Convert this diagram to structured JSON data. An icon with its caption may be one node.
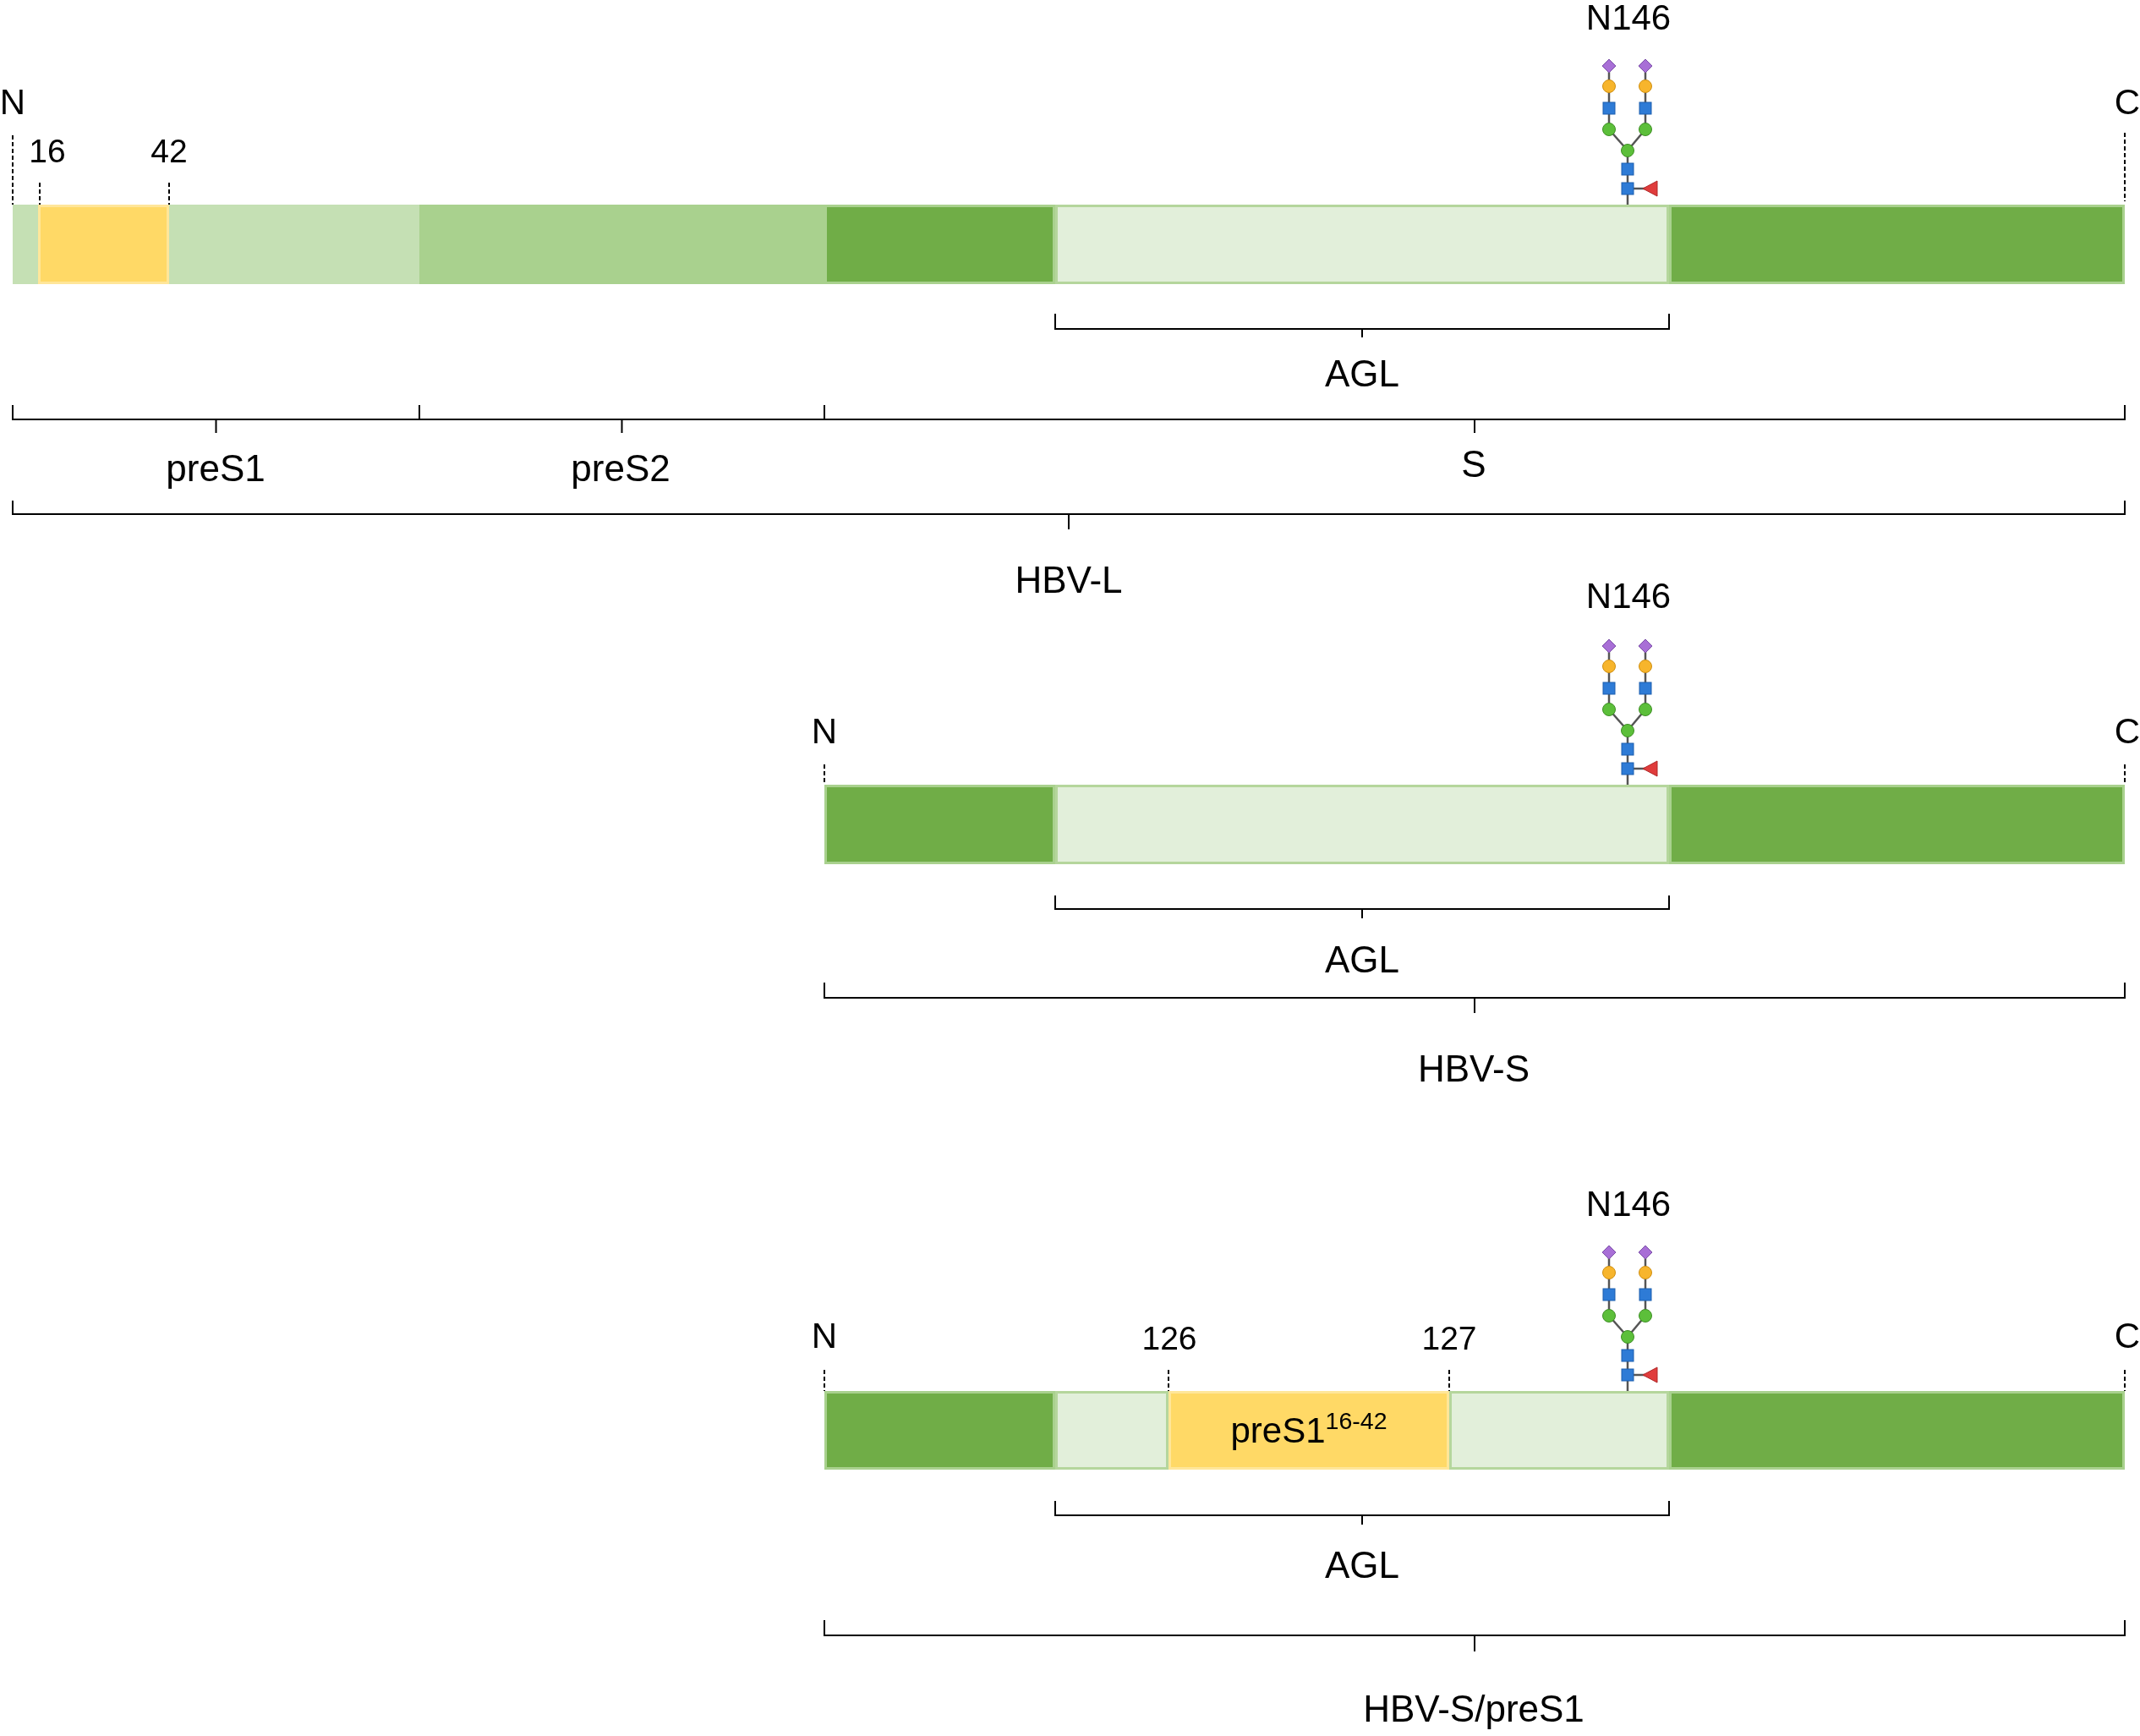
{
  "diagram": {
    "nodes": [
      {
        "text": [],
        "shape": "box",
        "beside": [
          "N"
        ]
      },
      {
        "text": [],
        "shape": "box",
        "beside": [
          "16",
          "42"
        ]
      },
      {
        "text": [],
        "shape": "box"
      },
      {
        "text": [],
        "shape": "box"
      },
      {
        "text": [],
        "shape": "box"
      },
      {
        "text": [],
        "shape": "box"
      },
      {
        "text": [],
        "shape": "box",
        "beside": [
          "C"
        ]
      },
      {
        "text": [],
        "shape": "box",
        "beside": [
          "N"
        ]
      },
      {
        "text": [],
        "shape": "box"
      },
      {
        "text": [],
        "shape": "box",
        "beside": [
          "C"
        ]
      },
      {
        "text": [],
        "shape": "box",
        "beside": [
          "N"
        ]
      },
      {
        "text": [],
        "shape": "box"
      },
      {
        "text": [
          "preS1$^{16-42}$"
        ],
        "beside": [
          "126",
          "127"
        ]
      },
      {
        "text": [],
        "shape": "box"
      },
      {
        "text": [],
        "shape": "box",
        "beside": [
          "C"
        ]
      }
    ],
    "labels": [
      "N146",
      "AGL",
      "preS1",
      "preS2",
      "S",
      "HBV-L",
      "N146",
      "AGL",
      "HBV-S",
      "N146",
      "AGL",
      "HBV-S/preS1"
    ]
  }
}
